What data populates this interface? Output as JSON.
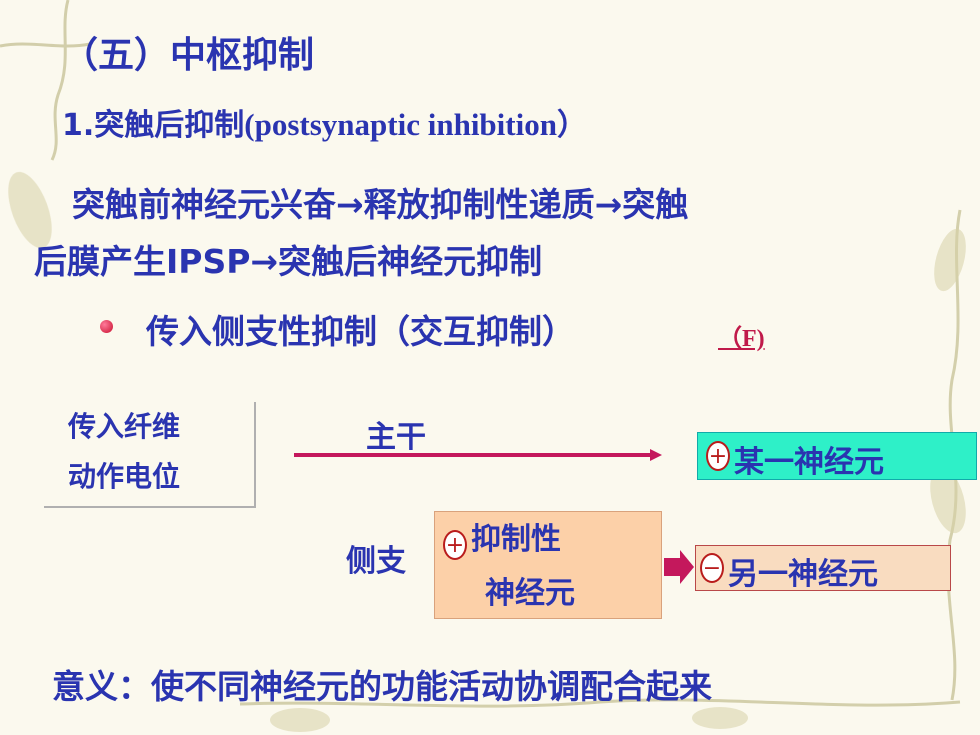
{
  "title": "（五）中枢抑制",
  "subtitle": {
    "number": "1.",
    "zh": "突触后抑制",
    "paren_open": "(",
    "en": "postsynaptic inhibition",
    "paren_close": "）"
  },
  "description": {
    "line1": "突触前神经元兴奋→释放抑制性递质→突触",
    "line2": "后膜产生IPSP→突触后神经元抑制"
  },
  "bullet": {
    "text": "传入侧支性抑制（交互抑制）",
    "ref": "（F)"
  },
  "diagram": {
    "afferent_line1": "传入纤维",
    "afferent_line2": "动作电位",
    "trunk_label": "主干",
    "branch_label": "侧支",
    "target_neuron": {
      "sign": "+",
      "label": "某一神经元"
    },
    "inhibitory_neuron": {
      "sign": "+",
      "line1": "抑制性",
      "line2": "神经元"
    },
    "other_neuron": {
      "sign": "−",
      "label": "另一神经元"
    }
  },
  "meaning": "意义：使不同神经元的功能活动协调配合起来",
  "colors": {
    "text": "#2a34b0",
    "accent": "#c01a4a",
    "target_box": "#2ef0c8",
    "inhib_box": "#fcd0a8"
  }
}
